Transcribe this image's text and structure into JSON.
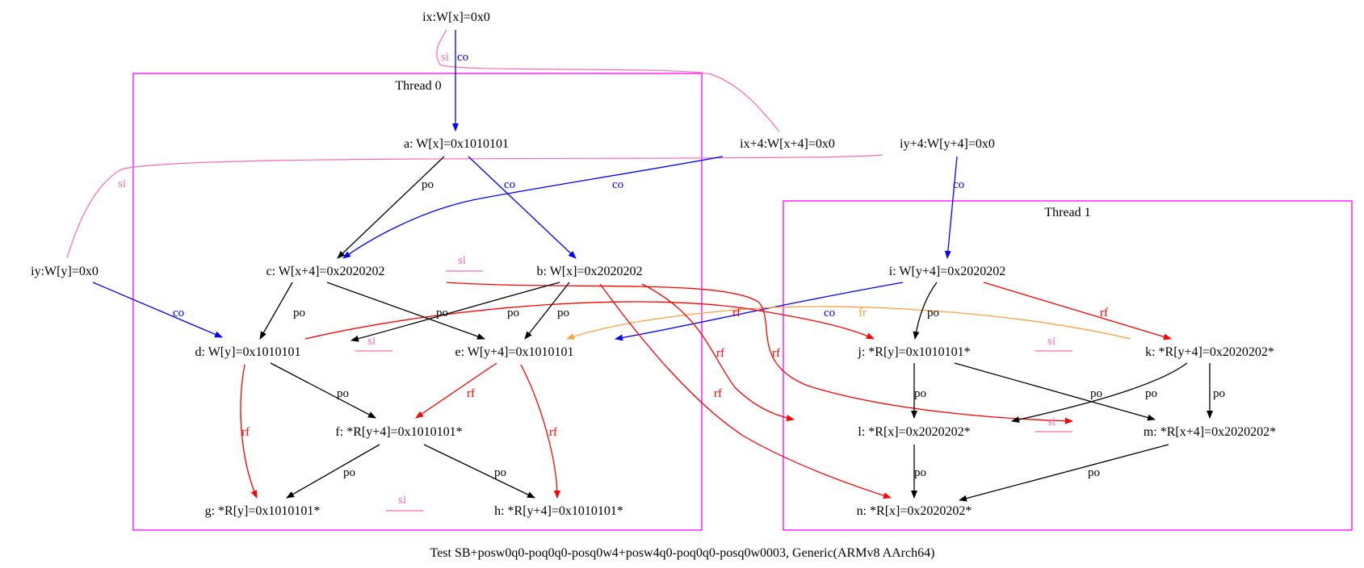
{
  "caption": "Test SB+posw0q0-poq0q0-posq0w4+posw4q0-poq0q0-posq0w0003, Generic(ARMv8 AArch64)",
  "threads": [
    {
      "id": "t0",
      "label": "Thread 0"
    },
    {
      "id": "t1",
      "label": "Thread 1"
    }
  ],
  "nodes": {
    "ix": "ix:W[x]=0x0",
    "ix4": "ix+4:W[x+4]=0x0",
    "iy": "iy:W[y]=0x0",
    "iy4": "iy+4:W[y+4]=0x0",
    "a": "a: W[x]=0x1010101",
    "b": "b: W[x]=0x2020202",
    "c": "c: W[x+4]=0x2020202",
    "d": "d: W[y]=0x1010101",
    "e": "e: W[y+4]=0x1010101",
    "f": "f: *R[y+4]=0x1010101*",
    "g": "g: *R[y]=0x1010101*",
    "h": "h: *R[y+4]=0x1010101*",
    "i": "i: W[y+4]=0x2020202",
    "j": "j: *R[y]=0x1010101*",
    "k": "k: *R[y+4]=0x2020202*",
    "l": "l: *R[x]=0x2020202*",
    "m": "m: *R[x+4]=0x2020202*",
    "n": "n: *R[x]=0x2020202*"
  },
  "edge_labels": {
    "po": "po",
    "co": "co",
    "rf": "rf",
    "fr": "fr",
    "si": "si"
  },
  "colors": {
    "po": "#000000",
    "co": "#0000ff",
    "rf": "#ff0000",
    "fr": "#ffa040",
    "si": "#ff69b4",
    "thread_box": "#ff00ff"
  }
}
